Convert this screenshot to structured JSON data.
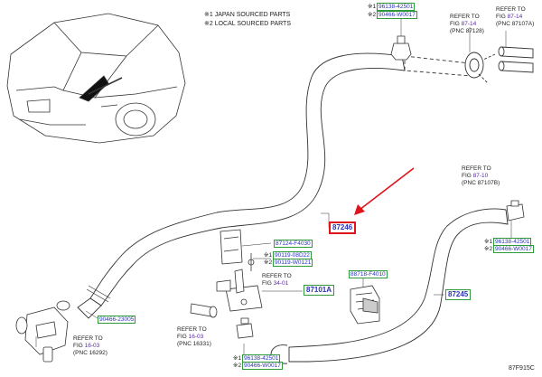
{
  "legend": {
    "line1": "※1 JAPAN SOURCED PARTS",
    "line2": "※2 LOCAL SOURCED PARTS"
  },
  "top_clip": {
    "p1_mark": "※1",
    "p1": "96138-42501",
    "p2_mark": "※2",
    "p2": "90466-W0017"
  },
  "ref_87_14a": {
    "l1": "REFER TO",
    "l2": "FIG",
    "fig": "87-14",
    "l3": "(PNC 87128)"
  },
  "ref_87_14b": {
    "l1": "REFER TO",
    "l2": "FIG",
    "fig": "87-14",
    "l3": "(PNC 87107A)"
  },
  "ref_87_10": {
    "l1": "REFER TO",
    "l2": "FIG",
    "fig": "87-10",
    "l3": "(PNC 87107B)"
  },
  "pnc_87246": "87246",
  "pnc_87124": "87124-F4030",
  "mid_clip": {
    "p1_mark": "※1",
    "p1": "90119-08D22",
    "p2_mark": "※2",
    "p2": "90119-W0121"
  },
  "ref_34_01": {
    "l1": "REFER TO",
    "l2": "FIG",
    "fig": "34-01"
  },
  "pnc_87101A": "87101A",
  "pnc_88718": "88718-F4010",
  "right_clip": {
    "p1_mark": "※1",
    "p1": "96138-42501",
    "p2_mark": "※2",
    "p2": "90466-W0017"
  },
  "pnc_87245": "87245",
  "pnc_90466": "90466-23005",
  "ref_16_03a": {
    "l1": "REFER TO",
    "l2": "FIG",
    "fig": "16-03",
    "l3": "(PNC 16292)"
  },
  "ref_16_03b": {
    "l1": "REFER TO",
    "l2": "FIG",
    "fig": "16-03",
    "l3": "(PNC 16331)"
  },
  "bottom_clip": {
    "p1_mark": "※1",
    "p1": "96138-42501",
    "p2_mark": "※2",
    "p2": "90466-W0017"
  },
  "figure_code": "87F915C",
  "colors": {
    "highlight": "#e0121a",
    "link": "#2a33b8",
    "fig_ref": "#5b2aa6",
    "frame": "#2f9a3a"
  },
  "icons": [
    "vehicle-front-icon",
    "heater-hose-icon",
    "hose-clamp-icon",
    "water-valve-icon",
    "connector-icon",
    "bracket-icon",
    "callout-arrow-icon"
  ]
}
